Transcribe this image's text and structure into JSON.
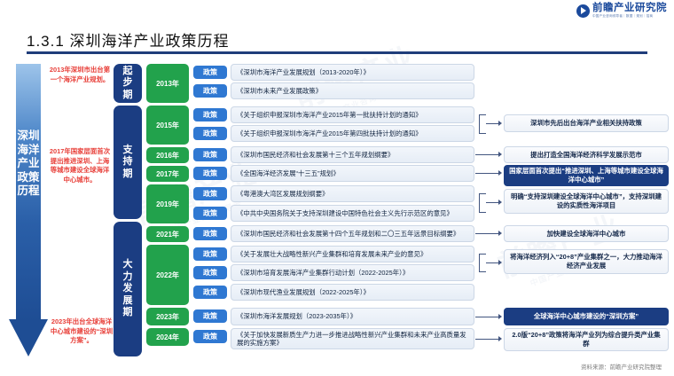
{
  "header": {
    "title": "1.3.1 深圳海洋产业政策历程",
    "logo_main": "前瞻产业研究院",
    "logo_sub": "中国产业咨询领导者｜数据｜规划｜招商"
  },
  "left_arrow": {
    "label": "深圳海洋产业政策历程"
  },
  "red_notes": [
    {
      "text": "2013年深圳市出台第一个海洋产业规划。"
    },
    {
      "text": "2017年国家层面首次提出推进深圳、上海等城市建设全球海洋中心城市。"
    },
    {
      "text": "2023年出台全球海洋中心城市建设的“深圳方案”。"
    }
  ],
  "stages": [
    {
      "label": "起步期"
    },
    {
      "label": "支持期"
    },
    {
      "label": "大力发展期"
    }
  ],
  "years": [
    {
      "label": "2013年"
    },
    {
      "label": "2015年"
    },
    {
      "label": "2016年"
    },
    {
      "label": "2017年"
    },
    {
      "label": "2019年"
    },
    {
      "label": "2021年"
    },
    {
      "label": "2022年"
    },
    {
      "label": "2023年"
    },
    {
      "label": "2024年"
    }
  ],
  "policy_tag": "政策",
  "policies": [
    {
      "text": "《深圳市海洋产业发展规划（2013-2020年）》"
    },
    {
      "text": "《深圳市未来产业发展政策》"
    },
    {
      "text": "《关于组织申报深圳市海洋产业2015年第一批扶持计划的通知》"
    },
    {
      "text": "《关于组织申报深圳市海洋产业2015年第四批扶持计划的通知》"
    },
    {
      "text": "《深圳市国民经济和社会发展第十三个五年规划纲要》"
    },
    {
      "text": "《全国海洋经济发展“十三五”规划》"
    },
    {
      "text": "《粤港澳大湾区发展规划纲要》"
    },
    {
      "text": "《中共中央国务院关于支持深圳建设中国特色社会主义先行示范区的意见》"
    },
    {
      "text": "《深圳市国民经济和社会发展第十四个五年规划和二〇三五年远景目标纲要》"
    },
    {
      "text": "《关于发展壮大战略性新兴产业集群和培育发展未来产业的意见》"
    },
    {
      "text": "《深圳市培育发展海洋产业集群行动计划（2022-2025年）》"
    },
    {
      "text": "《深圳市现代渔业发展规划（2022-2025年）》"
    },
    {
      "text": "《深圳市海洋发展规划（2023-2035年）》"
    },
    {
      "text": "《关于加快发展新质生产力进一步推进战略性新兴产业集群和未来产业高质量发展的实施方案》"
    }
  ],
  "annotations": [
    {
      "text": "深圳市先后出台海洋产业相关扶持政策",
      "style": "light"
    },
    {
      "text": "提出打造全国海洋经济科学发展示范市",
      "style": "light"
    },
    {
      "text": "国家层面首次提出“推进深圳、上海等城市建设全球海洋中心城市”",
      "style": "dark"
    },
    {
      "text": "明确“支持深圳建设全球海洋中心城市”，支持深圳建设的实质性海洋项目",
      "style": "light"
    },
    {
      "text": "加快建设全球海洋中心城市",
      "style": "light"
    },
    {
      "text": "将海洋经济列入“20+8”产业集群之一，大力推动海洋经济产业发展",
      "style": "light"
    },
    {
      "text": "全球海洋中心城市建设的“深圳方案”",
      "style": "dark"
    },
    {
      "text": "2.0版“20+8”政策将海洋产业列为综合提升类产业集群",
      "style": "light"
    }
  ],
  "footer": {
    "source": "资料来源：前瞻产业研究院整理"
  },
  "colors": {
    "brand_blue": "#1b3d82",
    "green": "#22a24c",
    "tag_blue": "#2f78d2",
    "red": "#e8403a"
  }
}
